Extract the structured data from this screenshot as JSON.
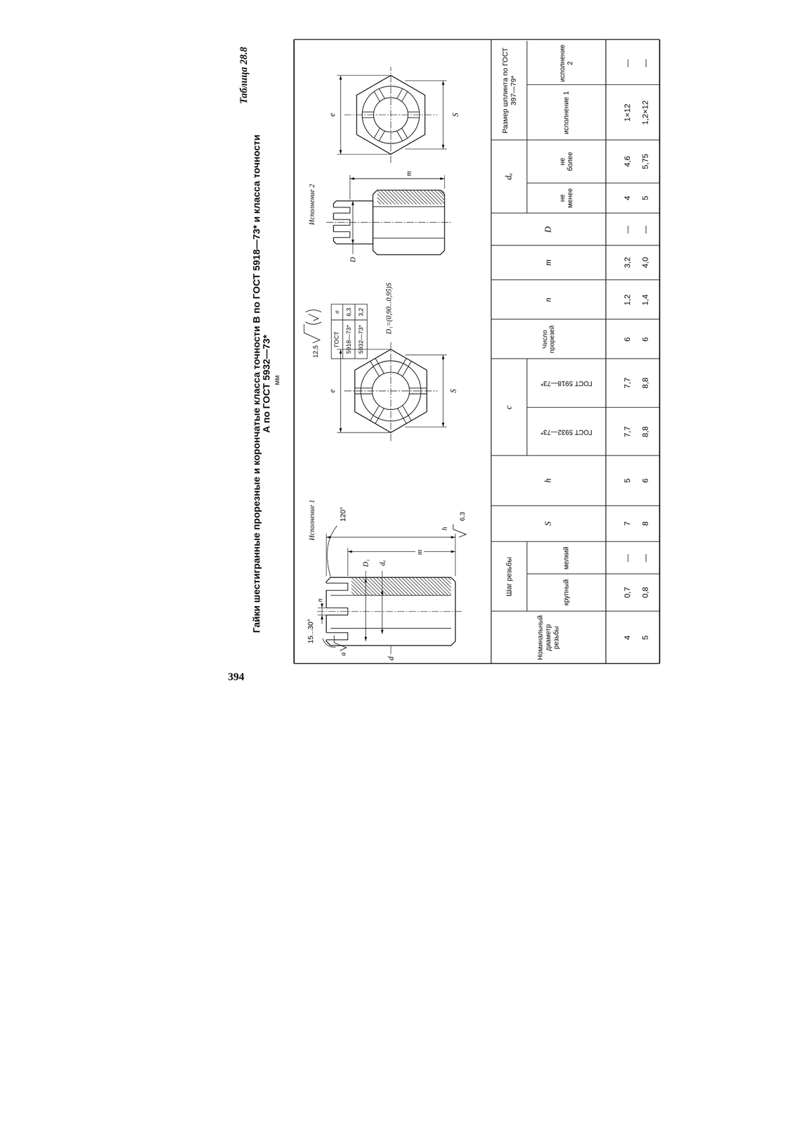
{
  "diagram": {
    "title": "Гайки шестигранные прорезные и корончатые класса точности В по ГОСТ 5918—73* и класса точности А по ГОСТ 5932—73*",
    "labels": [
      "Таблица 28.8",
      "мм",
      "Исполнение 1",
      "15...30°",
      "n",
      "a",
      "d",
      "D₁",
      "dₐ",
      "120°",
      "h",
      "m",
      "6,3",
      "e",
      "S",
      "12,5",
      "ГОСТ",
      "a",
      "5918—73*",
      "6,3",
      "5932—73*",
      "3,2",
      "D₁=(0,90...0,95)S",
      "Исполнение 2",
      "D",
      "m",
      "e",
      "S",
      "Номинальный диаметр резьбы",
      "Шаг резьбы",
      "крупный",
      "мелкий",
      "S",
      "h",
      "c",
      "ГОСТ 5932—73*",
      "ГОСТ 5918—73*",
      "Число прорезей",
      "n",
      "m",
      "D",
      "dₐ",
      "не менее",
      "не более",
      "Размер шплинта по ГОСТ 397—79*",
      "исполнение 1",
      "исполнение 2",
      "4",
      "0,7",
      "—",
      "7",
      "5",
      "7,7",
      "7,7",
      "6",
      "1,2",
      "3,2",
      "—",
      "4",
      "4,6",
      "1×12",
      "—",
      "5",
      "0,8",
      "—",
      "8",
      "6",
      "8,8",
      "8,8",
      "6",
      "1,4",
      "4,0",
      "—",
      "5",
      "5,75",
      "1,2×12",
      "—",
      "394"
    ]
  }
}
